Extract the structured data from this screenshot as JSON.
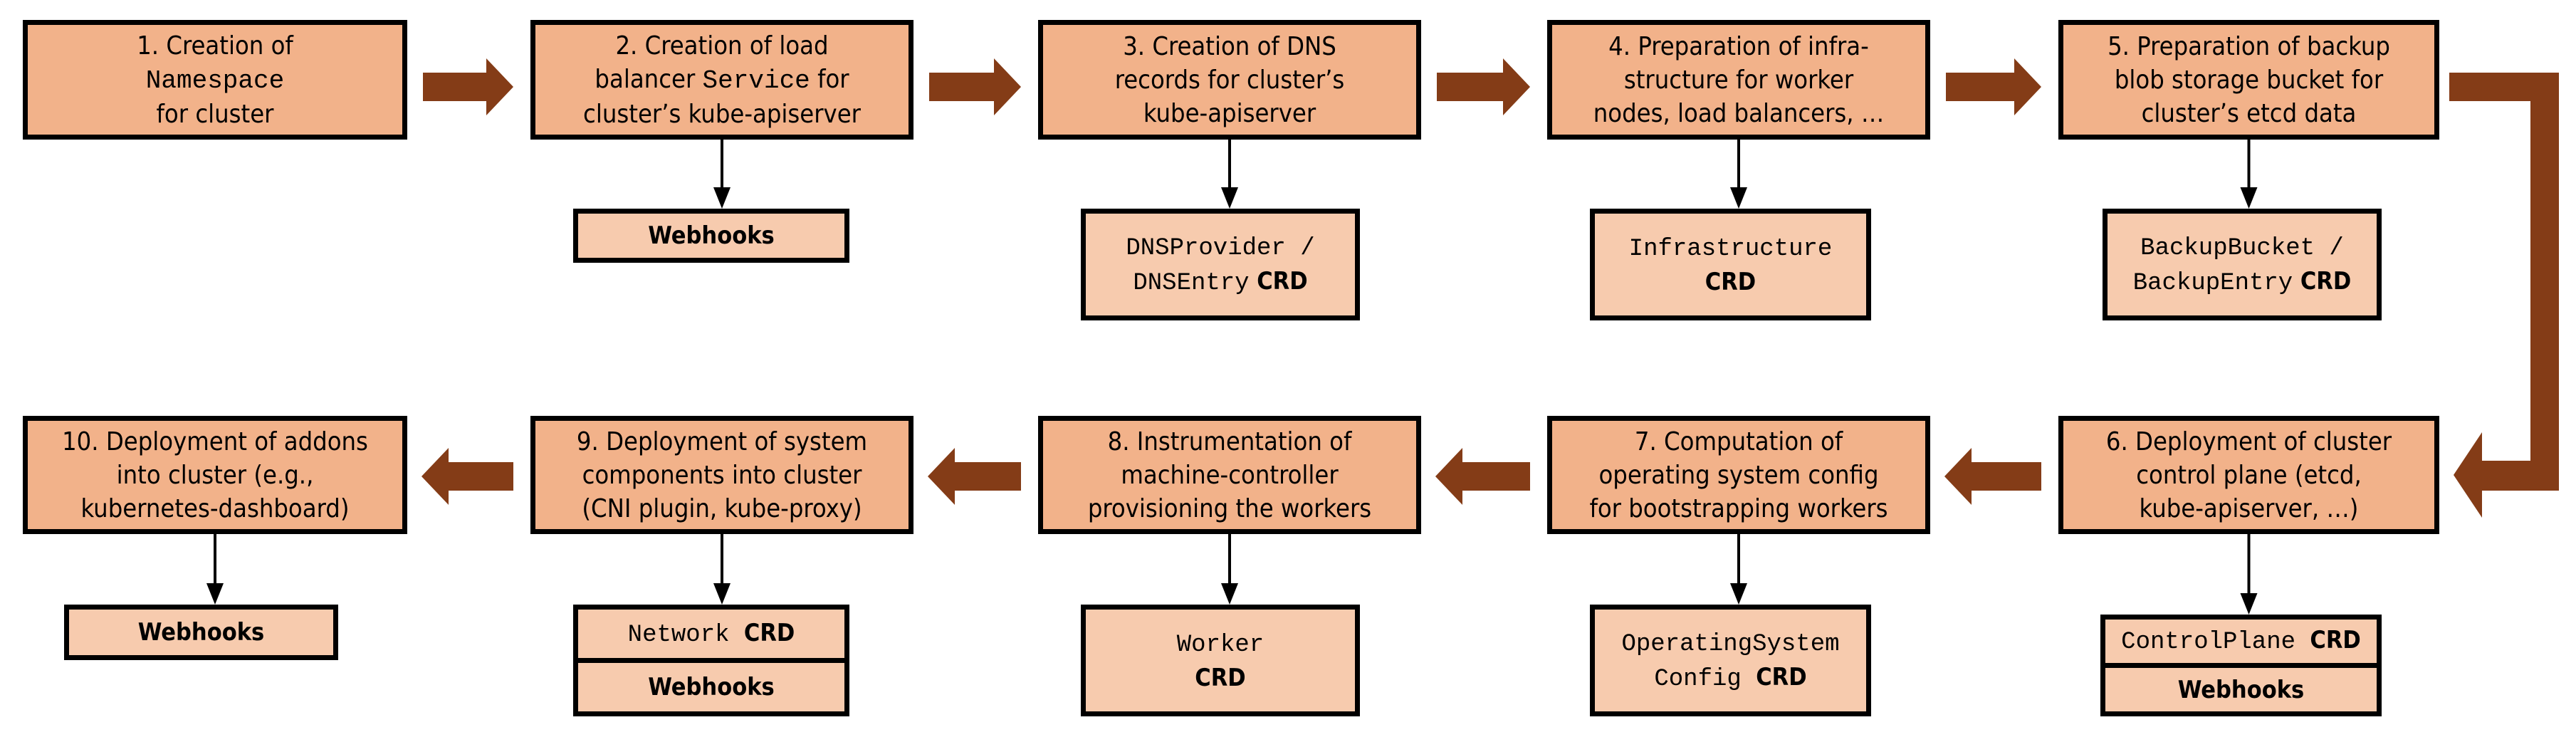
{
  "colors": {
    "step_fill": "#F2B28A",
    "resource_fill": "#F7CBAE",
    "flow_arrow": "#843C17",
    "border": "#000000"
  },
  "steps": [
    {
      "lines": [
        [
          {
            "t": "1. Creation of"
          }
        ],
        [
          {
            "t": "Namespace",
            "mono": true
          }
        ],
        [
          {
            "t": "for cluster"
          }
        ]
      ],
      "resources": []
    },
    {
      "lines": [
        [
          {
            "t": "2. Creation of load"
          }
        ],
        [
          {
            "t": "balancer "
          },
          {
            "t": "Service",
            "mono": true
          },
          {
            "t": " for"
          }
        ],
        [
          {
            "t": "cluster’s kube-apiserver"
          }
        ]
      ],
      "resources": [
        [
          [
            {
              "t": "Webhooks"
            }
          ]
        ]
      ]
    },
    {
      "lines": [
        [
          {
            "t": "3. Creation of DNS"
          }
        ],
        [
          {
            "t": "records for cluster’s"
          }
        ],
        [
          {
            "t": "kube-apiserver"
          }
        ]
      ],
      "resources": [
        [
          [
            {
              "t": "DNSProvider /",
              "mono": true
            }
          ],
          [
            {
              "t": "DNSEntry",
              "mono": true
            },
            {
              "t": " CRD"
            }
          ]
        ]
      ]
    },
    {
      "lines": [
        [
          {
            "t": "4. Preparation of infra-"
          }
        ],
        [
          {
            "t": "structure for worker"
          }
        ],
        [
          {
            "t": "nodes, load balancers, …"
          }
        ]
      ],
      "resources": [
        [
          [
            {
              "t": "Infrastructure",
              "mono": true
            }
          ],
          [
            {
              "t": "CRD"
            }
          ]
        ]
      ]
    },
    {
      "lines": [
        [
          {
            "t": "5. Preparation of backup"
          }
        ],
        [
          {
            "t": "blob storage bucket for"
          }
        ],
        [
          {
            "t": "cluster’s etcd data"
          }
        ]
      ],
      "resources": [
        [
          [
            {
              "t": "BackupBucket /",
              "mono": true
            }
          ],
          [
            {
              "t": "BackupEntry",
              "mono": true
            },
            {
              "t": " CRD"
            }
          ]
        ]
      ]
    },
    {
      "lines": [
        [
          {
            "t": "6. Deployment of cluster"
          }
        ],
        [
          {
            "t": "control plane (etcd,"
          }
        ],
        [
          {
            "t": "kube-apiserver, …)"
          }
        ]
      ],
      "resources": [
        [
          [
            {
              "t": "ControlPlane ",
              "mono": true
            },
            {
              "t": "CRD"
            }
          ]
        ],
        [
          [
            {
              "t": "Webhooks"
            }
          ]
        ]
      ]
    },
    {
      "lines": [
        [
          {
            "t": "7. Computation of"
          }
        ],
        [
          {
            "t": "operating system config"
          }
        ],
        [
          {
            "t": "for bootstrapping workers"
          }
        ]
      ],
      "resources": [
        [
          [
            {
              "t": "OperatingSystem",
              "mono": true
            }
          ],
          [
            {
              "t": "Config ",
              "mono": true
            },
            {
              "t": "CRD"
            }
          ]
        ]
      ]
    },
    {
      "lines": [
        [
          {
            "t": "8. Instrumentation of"
          }
        ],
        [
          {
            "t": "machine-controller"
          }
        ],
        [
          {
            "t": "provisioning the workers"
          }
        ]
      ],
      "resources": [
        [
          [
            {
              "t": "Worker",
              "mono": true
            }
          ],
          [
            {
              "t": "CRD"
            }
          ]
        ]
      ]
    },
    {
      "lines": [
        [
          {
            "t": "9. Deployment of system"
          }
        ],
        [
          {
            "t": "components into cluster"
          }
        ],
        [
          {
            "t": "(CNI plugin, kube-proxy)"
          }
        ]
      ],
      "resources": [
        [
          [
            {
              "t": "Network ",
              "mono": true
            },
            {
              "t": "CRD"
            }
          ]
        ],
        [
          [
            {
              "t": "Webhooks"
            }
          ]
        ]
      ]
    },
    {
      "lines": [
        [
          {
            "t": "10. Deployment of addons"
          }
        ],
        [
          {
            "t": "into cluster (e.g.,"
          }
        ],
        [
          {
            "t": "kubernetes-dashboard)"
          }
        ]
      ],
      "resources": [
        [
          [
            {
              "t": "Webhooks"
            }
          ]
        ]
      ]
    }
  ]
}
